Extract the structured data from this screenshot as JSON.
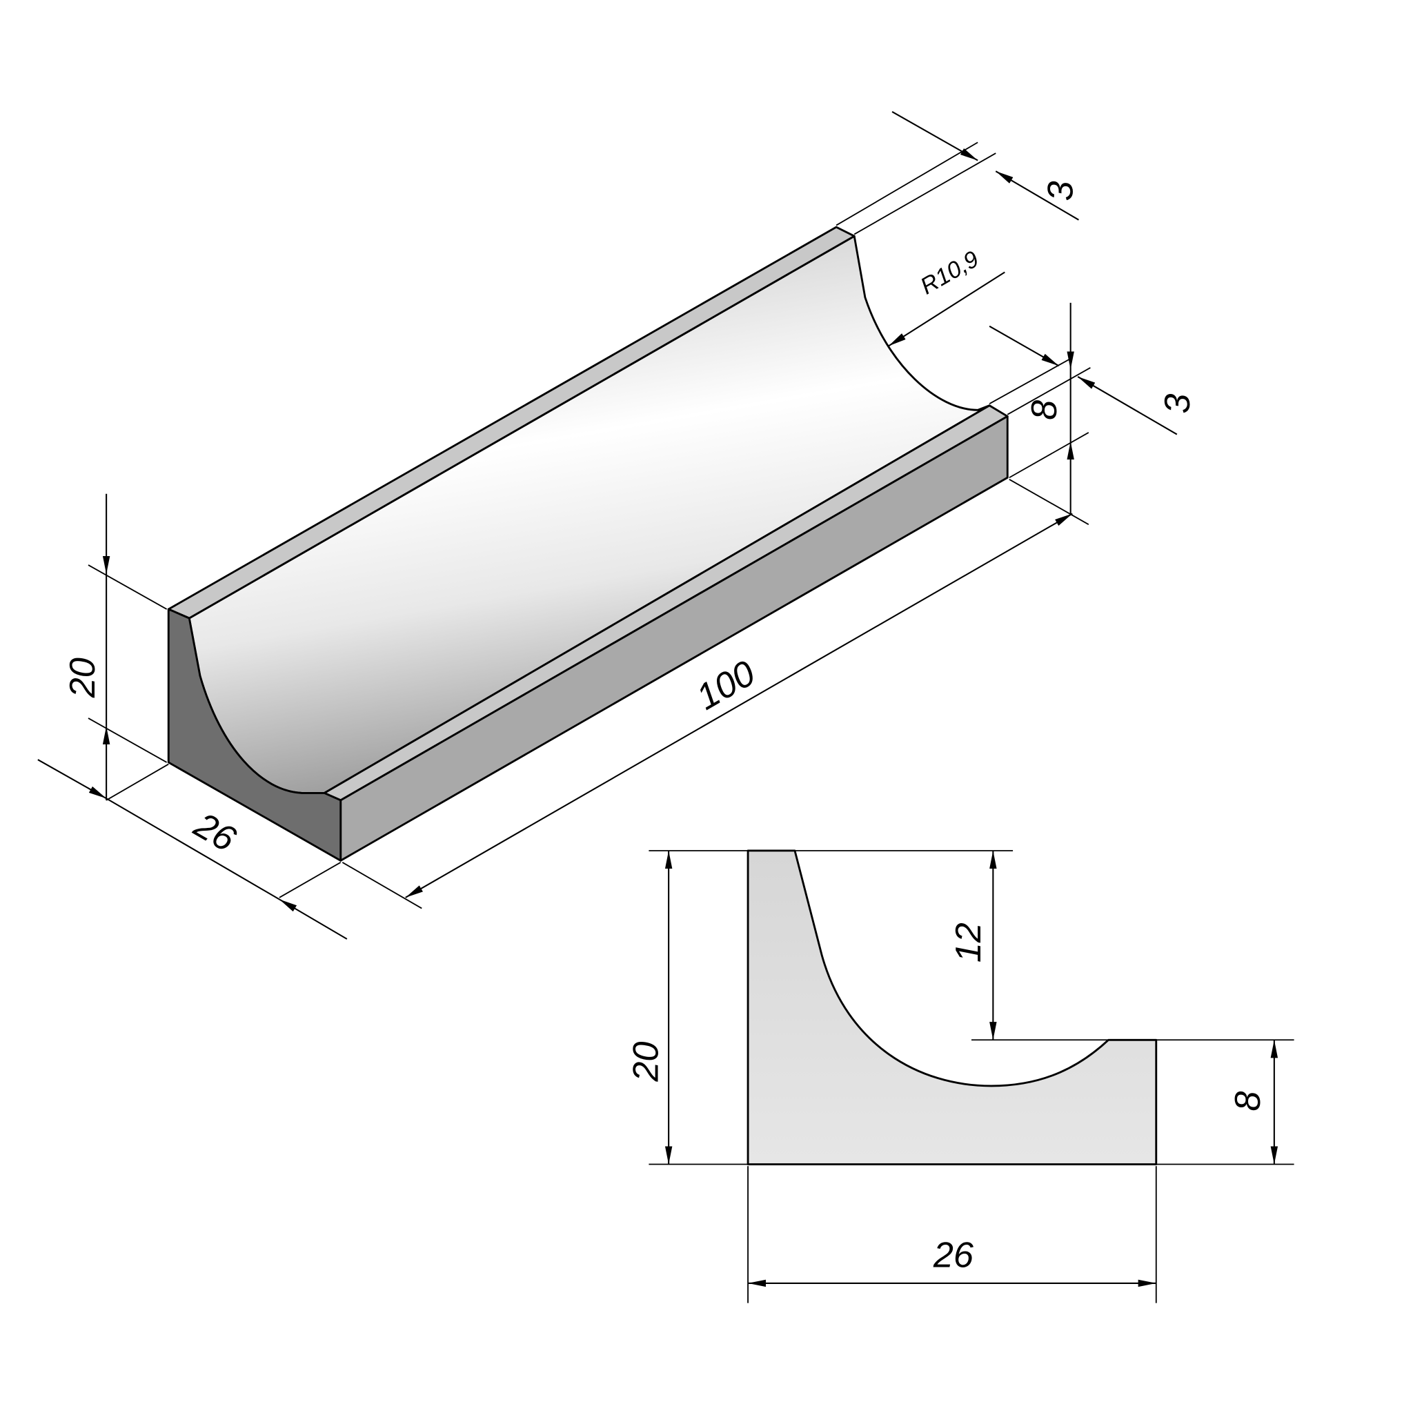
{
  "colors": {
    "end_face": "#6e6e6e",
    "rim_top": "#c8c8c8",
    "side_face": "#a9a9a9",
    "section_fill": "#dedede",
    "line": "#000000"
  },
  "isometric_view": {
    "dimensions": {
      "height": "20",
      "width": "26",
      "length": "100",
      "rim_back": "3",
      "rim_front": "3",
      "front_height": "8",
      "radius": "R10,9"
    }
  },
  "section_view": {
    "dimensions": {
      "total_height": "20",
      "channel_depth": "12",
      "front_height": "8",
      "width": "26"
    }
  }
}
